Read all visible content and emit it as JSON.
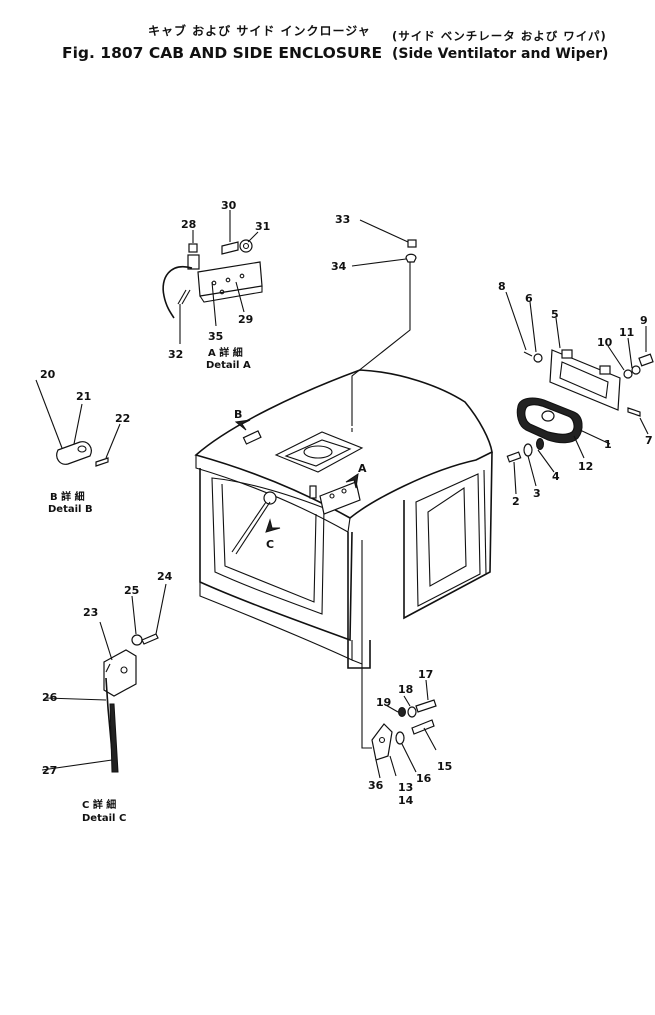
{
  "header": {
    "jp_title": "キャブ および サイド インクロージャ",
    "en_title": "Fig. 1807 CAB AND SIDE ENCLOSURE",
    "paren_jp": "(サイド ベンチレータ および ワイパ)",
    "paren_en": "(Side Ventilator and Wiper)"
  },
  "callouts": [
    "1",
    "2",
    "3",
    "4",
    "5",
    "6",
    "7",
    "8",
    "9",
    "10",
    "11",
    "12",
    "13",
    "14",
    "15",
    "16",
    "17",
    "18",
    "19",
    "20",
    "21",
    "22",
    "23",
    "24",
    "25",
    "26",
    "27",
    "28",
    "29",
    "30",
    "31",
    "32",
    "33",
    "34",
    "35",
    "36"
  ],
  "details": {
    "a": {
      "jp": "A 詳 細",
      "en": "Detail A"
    },
    "b": {
      "jp": "B 詳 細",
      "en": "Detail B"
    },
    "c": {
      "jp": "C 詳 細",
      "en": "Detail C"
    }
  },
  "view_marks": {
    "a": "A",
    "b": "B",
    "c": "C"
  }
}
